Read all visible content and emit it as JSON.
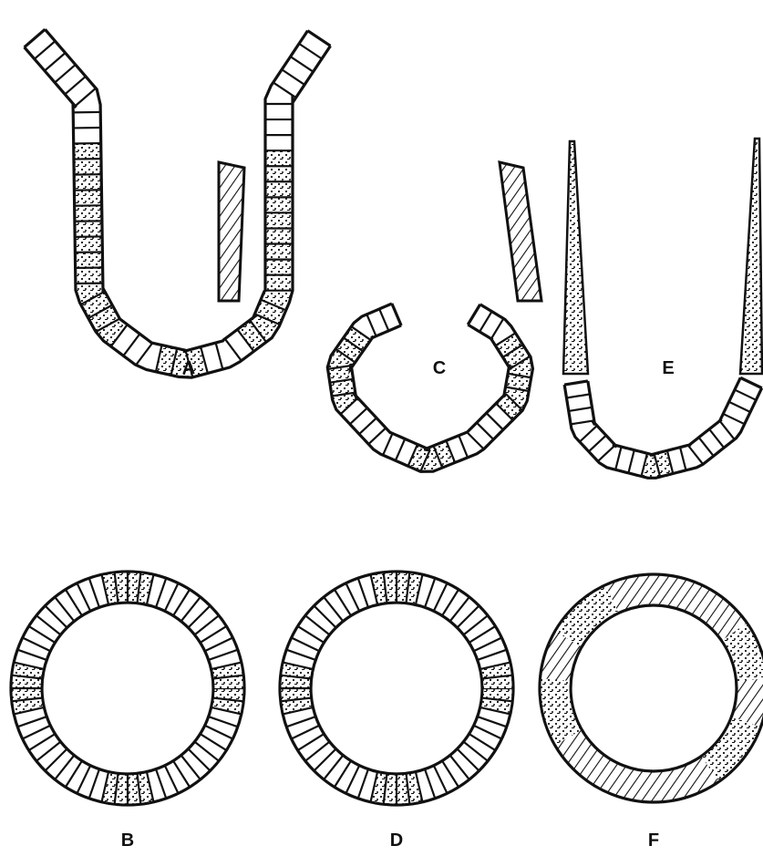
{
  "figure": {
    "panels": [
      {
        "id": "A",
        "label": "A",
        "shape": "U-shaped epithelial tube, flared open ends, stippled cells along the sides and at the base"
      },
      {
        "id": "B",
        "label": "B",
        "shape": "ring cross-section, radial cells with stippled patches at top, bottom, left and right"
      },
      {
        "id": "C",
        "label": "C",
        "shape": "rounded sac with two detached hatched upper segments"
      },
      {
        "id": "D",
        "label": "D",
        "shape": "ring cross-section, radial cells with stippled patches"
      },
      {
        "id": "E",
        "label": "E",
        "shape": "U-shaped cup with thin tapering stippled upper walls"
      },
      {
        "id": "F",
        "label": "F",
        "shape": "ring cross-section with diagonal hatching and stippled patches"
      }
    ],
    "colors": {
      "ink": "#111111",
      "background": "#ffffff"
    }
  }
}
